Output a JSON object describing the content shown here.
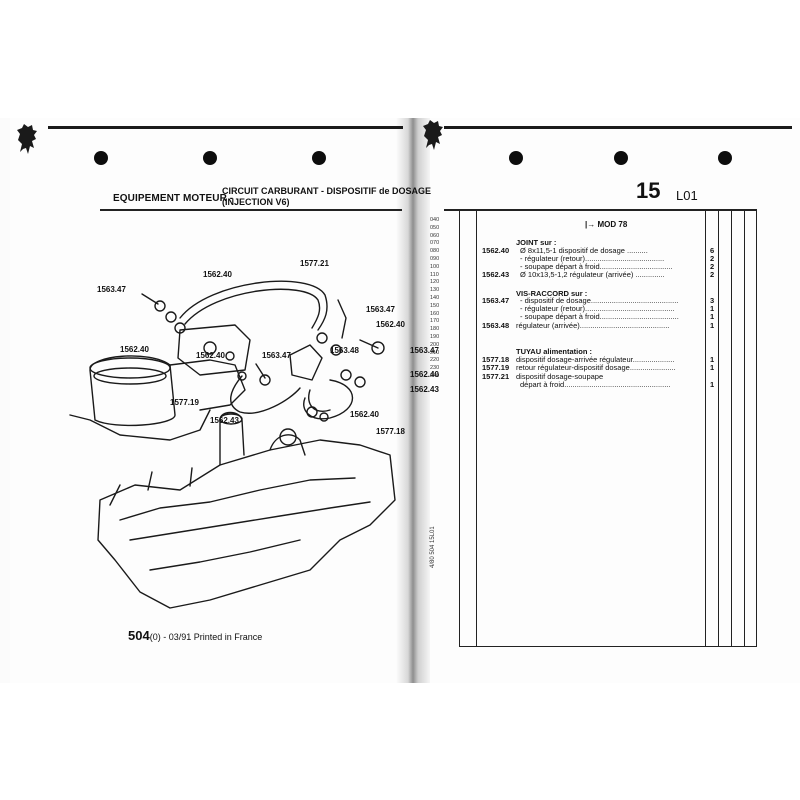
{
  "header": {
    "section_title": "EQUIPEMENT MOTEUR -",
    "subtitle_line1": "CIRCUIT CARBURANT - DISPOSITIF de DOSAGE",
    "subtitle_line2": "(INJECTION V6)",
    "page_number": "15",
    "page_code": "L01"
  },
  "diagram": {
    "callouts": {
      "c_1577_21": "1577.21",
      "c_1562_40_top": "1562.40",
      "c_1563_47_left": "1563.47",
      "c_1562_40_left": "1562.40",
      "c_1562_40_mid": "1562.40",
      "c_1563_47_mid": "1563.47",
      "c_1577_19": "1577.19",
      "c_1562_43_bottom": "1562.43",
      "c_1563_47_right": "1563.47",
      "c_1562_40_right": "1562.40",
      "c_1563_48": "1563.48",
      "c_1563_47_far": "1563.47",
      "c_1562_40_far": "1562.40",
      "c_1562_43_far": "1562.43",
      "c_1562_40_low": "1562.40",
      "c_1577_18": "1577.18"
    }
  },
  "footer": {
    "model": "504",
    "suffix": "(0) - 03/91 Printed in France"
  },
  "line_codes": [
    "040",
    "050",
    "060",
    "070",
    "080",
    "090",
    "100",
    "110",
    "120",
    "130",
    "140",
    "150",
    "160",
    "170",
    "180",
    "190",
    "200",
    "210",
    "220",
    "230",
    "240"
  ],
  "vertical_ref": "4/80 504 15L01",
  "parts": {
    "mod_label": "MOD 78",
    "groups": [
      {
        "title": "JOINT sur :",
        "rows": [
          {
            "ref": "1562.40",
            "desc": "Ø  8x11,5-1 dispositif de dosage  ..........",
            "qty": "6"
          },
          {
            "ref": "",
            "desc": "- régulateur (retour)......................................",
            "qty": "2"
          },
          {
            "ref": "",
            "desc": "- soupape départ à froid...................................",
            "qty": "2"
          },
          {
            "ref": "1562.43",
            "desc": "Ø  10x13,5-1,2 régulateur (arrivée) ..............",
            "qty": "2"
          }
        ]
      },
      {
        "title": "VIS-RACCORD sur :",
        "rows": [
          {
            "ref": "1563.47",
            "desc": "- dispositif de dosage..........................................",
            "qty": "3"
          },
          {
            "ref": "",
            "desc": "- régulateur (retour)...........................................",
            "qty": "1"
          },
          {
            "ref": "",
            "desc": "- soupape départ à froid......................................",
            "qty": "1"
          },
          {
            "ref": "1563.48",
            "desc": "régulateur (arrivée)...........................................",
            "qty": "1"
          }
        ]
      },
      {
        "title": "TUYAU alimentation :",
        "rows": [
          {
            "ref": "1577.18",
            "desc": "dispositif dosage-arrivée régulateur....................",
            "qty": "1"
          },
          {
            "ref": "1577.19",
            "desc": "retour régulateur-dispositif dosage......................",
            "qty": "1"
          },
          {
            "ref": "1577.21",
            "desc": "dispositif dosage-soupape",
            "qty": ""
          },
          {
            "ref": "",
            "desc": "départ à froid...................................................",
            "qty": "1"
          }
        ]
      }
    ]
  }
}
